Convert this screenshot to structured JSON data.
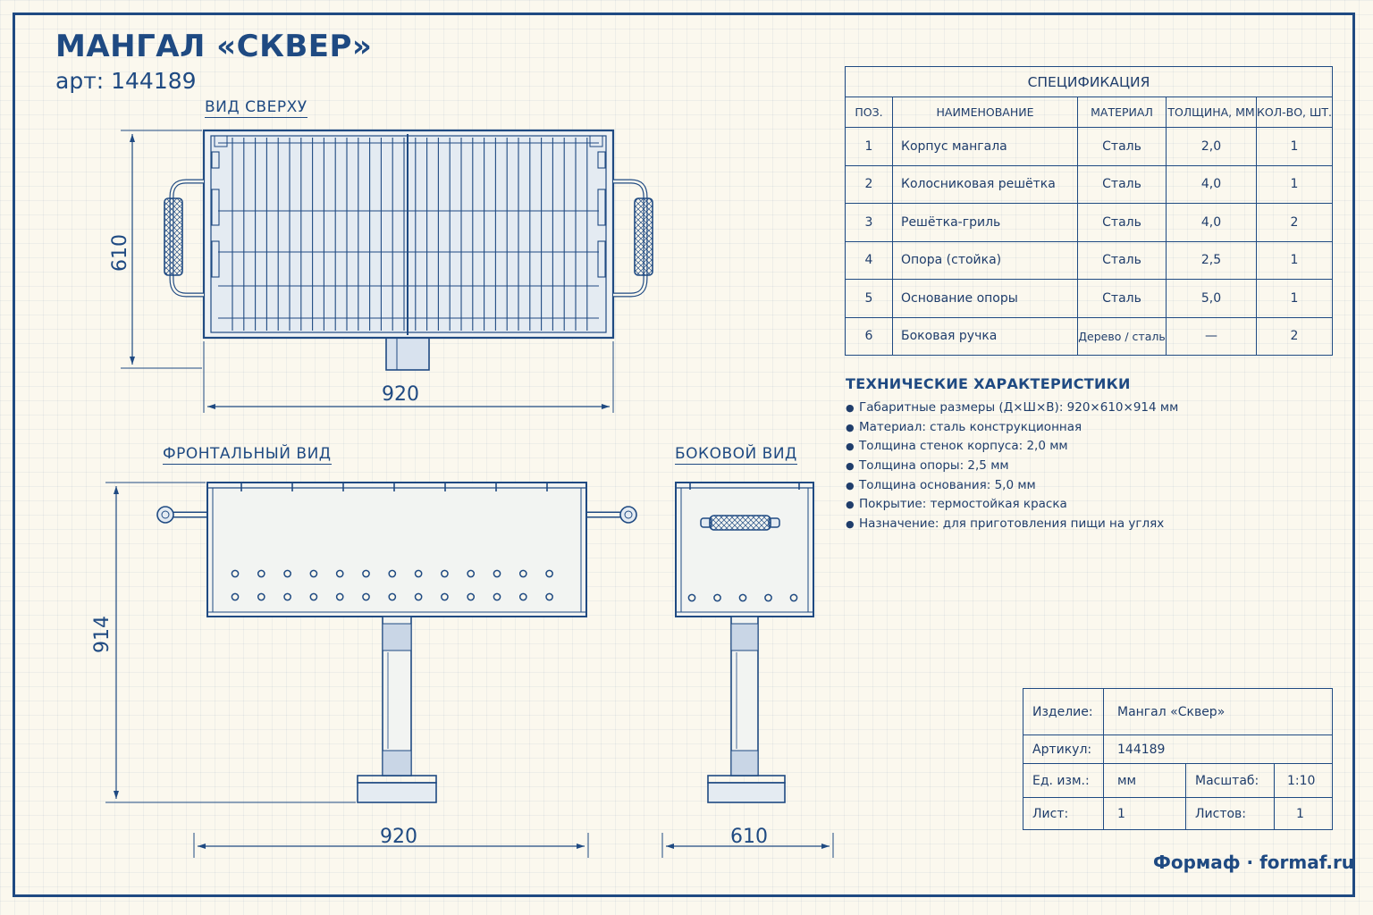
{
  "title": "МАНГАЛ «СКВЕР»",
  "article": "арт: 144189",
  "views": {
    "top": "ВИД СВЕРХУ",
    "front": "ФРОНТАЛЬНЫЙ ВИД",
    "side": "БОКОВОЙ ВИД"
  },
  "dimensions": {
    "top_height": "610",
    "top_width": "920",
    "front_height": "914",
    "front_width": "920",
    "side_width": "610"
  },
  "spec": {
    "caption": "СПЕЦИФИКАЦИЯ",
    "headers": [
      "ПОЗ.",
      "НАИМЕНОВАНИЕ",
      "МАТЕРИАЛ",
      "ТОЛЩИНА, ММ",
      "КОЛ-ВО, ШТ."
    ],
    "rows": [
      [
        "1",
        "Корпус мангала",
        "Сталь",
        "2,0",
        "1"
      ],
      [
        "2",
        "Колосниковая решётка",
        "Сталь",
        "4,0",
        "1"
      ],
      [
        "3",
        "Решётка-гриль",
        "Сталь",
        "4,0",
        "2"
      ],
      [
        "4",
        "Опора (стойка)",
        "Сталь",
        "2,5",
        "1"
      ],
      [
        "5",
        "Основание опоры",
        "Сталь",
        "5,0",
        "1"
      ],
      [
        "6",
        "Боковая ручка",
        "Дерево / сталь",
        "—",
        "2"
      ]
    ]
  },
  "tech": {
    "title": "ТЕХНИЧЕСКИЕ ХАРАКТЕРИСТИКИ",
    "items": [
      "Габаритные размеры (Д×Ш×В): 920×610×914 мм",
      "Материал: сталь конструкционная",
      "Толщина стенок корпуса: 2,0 мм",
      "Толщина опоры: 2,5 мм",
      "Толщина основания: 5,0 мм",
      "Покрытие: термостойкая краска",
      "Назначение: для приготовления пищи на углях"
    ]
  },
  "stamp": {
    "product_label": "Изделие:",
    "product_value": "Мангал «Сквер»",
    "article_label": "Артикул:",
    "article_value": "144189",
    "unit_label": "Ед. изм.:",
    "unit_value": "мм",
    "scale_label": "Масштаб:",
    "scale_value": "1:10",
    "sheet_label": "Лист:",
    "sheet_value": "1",
    "sheets_label": "Листов:",
    "sheets_value": "1"
  },
  "brand": "Формаф · formaf.ru",
  "colors": {
    "ink": "#1f4a82",
    "paper": "#fbf8ee"
  }
}
